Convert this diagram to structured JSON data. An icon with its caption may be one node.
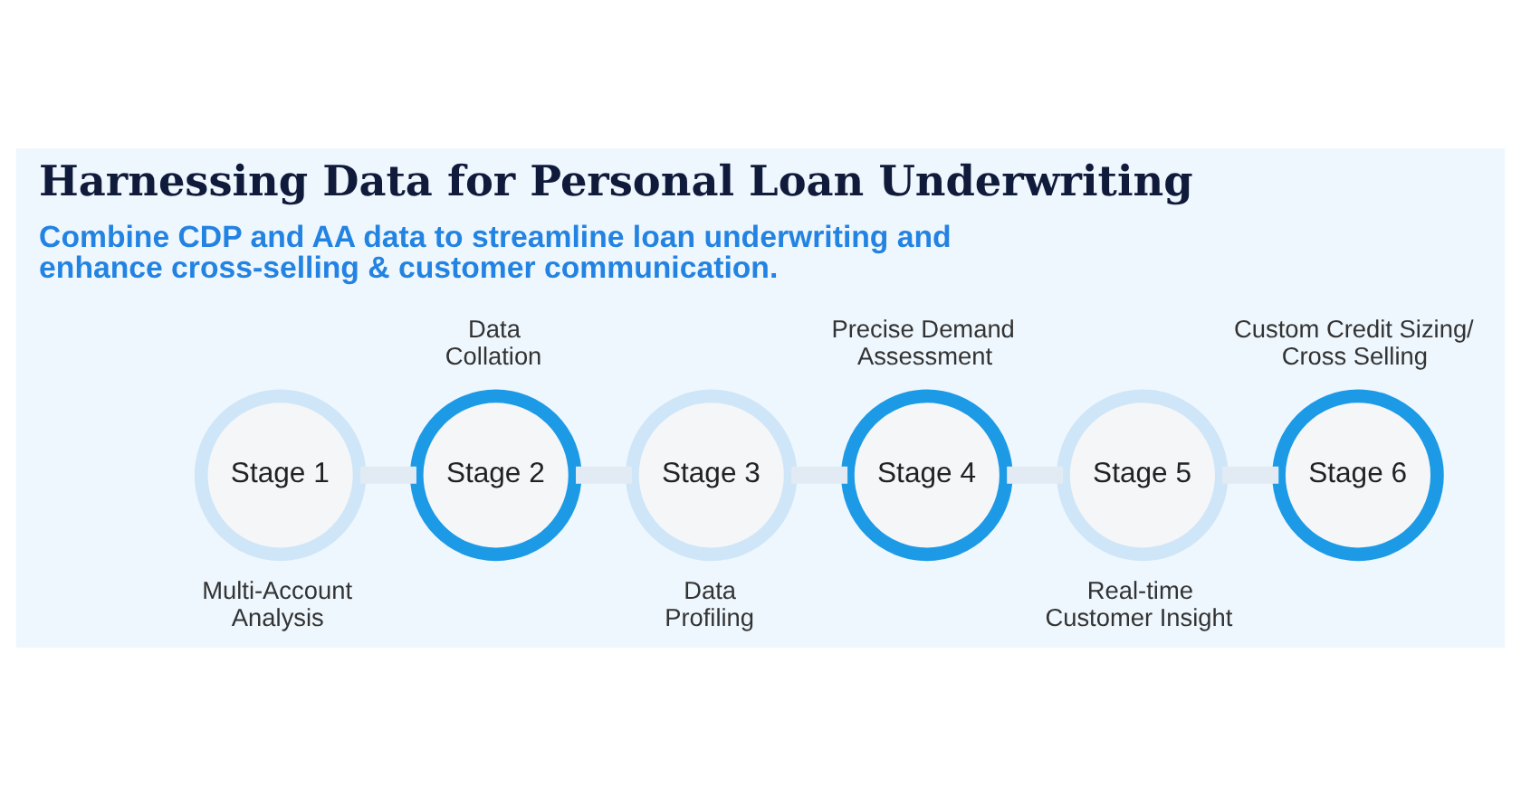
{
  "diagram": {
    "title": "Harnessing Data for Personal Loan Underwriting",
    "nodes": [
      {
        "text": [
          "Stage 1"
        ],
        "beside": [
          "Multi-Account Analysis"
        ]
      },
      {
        "text": [
          "Stage 2"
        ],
        "beside": [
          "Data Collation"
        ]
      },
      {
        "text": [
          "Stage 3"
        ],
        "beside": [
          "Data Profiling"
        ]
      },
      {
        "text": [
          "Stage 4"
        ],
        "beside": [
          "Precise Demand Assessment"
        ]
      },
      {
        "text": [
          "Stage 5"
        ],
        "beside": [
          "Real-time Customer Insight"
        ]
      },
      {
        "text": [
          "Stage 6"
        ],
        "beside": [
          "Custom Credit Sizing/ Cross Selling"
        ]
      }
    ],
    "edges": [
      {
        "from": 0,
        "to": 1,
        "arrow": "none"
      },
      {
        "from": 1,
        "to": 2,
        "arrow": "none"
      },
      {
        "from": 2,
        "to": 3,
        "arrow": "none"
      },
      {
        "from": 3,
        "to": 4,
        "arrow": "none"
      },
      {
        "from": 4,
        "to": 5,
        "arrow": "none"
      }
    ],
    "labels": [
      "Combine CDP and AA data to streamline loan underwriting and enhance cross-selling & customer communication."
    ]
  }
}
